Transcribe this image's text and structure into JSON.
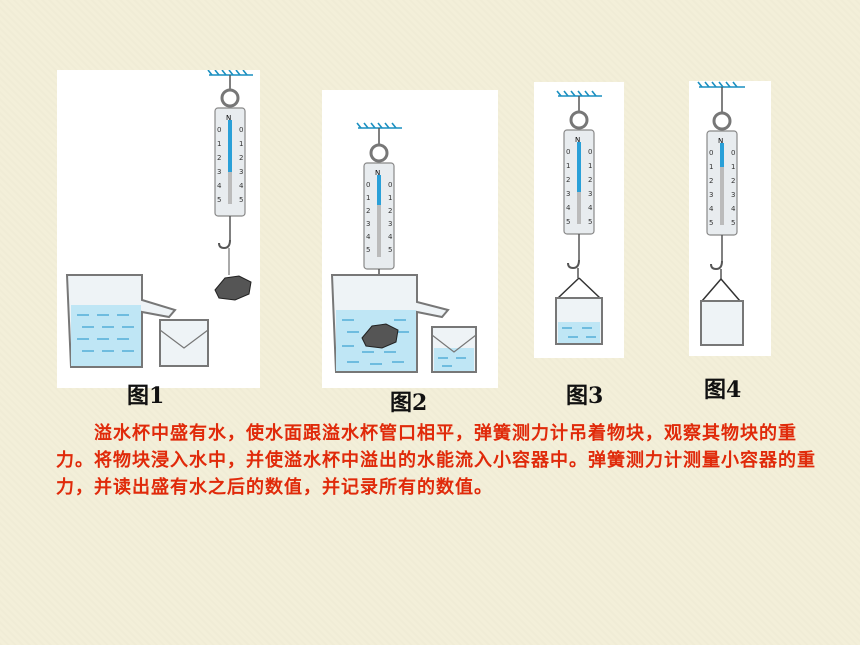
{
  "figures": [
    {
      "label": "图1",
      "scale_unit": "N"
    },
    {
      "label": "图2",
      "scale_unit": "N"
    },
    {
      "label": "图3",
      "scale_unit": "N"
    },
    {
      "label": "图4",
      "scale_unit": "N"
    }
  ],
  "scale_ticks": [
    "0",
    "1",
    "2",
    "3",
    "4",
    "5"
  ],
  "description": "溢水杯中盛有水，使水面跟溢水杯管口相平，弹簧测力计吊着物块，观察其物块的重力。将物块浸入水中，并使溢水杯中溢出的水能流入小容器中。弹簧测力计测量小容器的重力，并读出盛有水之后的数值，并记录所有的数值。",
  "colors": {
    "water": "#bfe6f5",
    "water_lines": "#3a9fd0",
    "text": "#e02a0a",
    "hatch": "#1a8fc0"
  }
}
